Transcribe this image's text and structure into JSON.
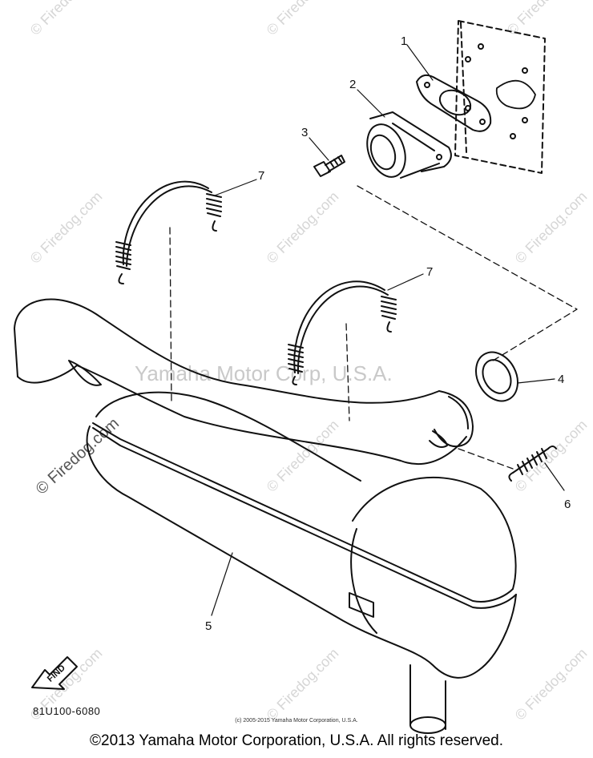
{
  "watermarks": {
    "site": "© Firedog.com",
    "center": "Yamaha Motor Corp, U.S.A."
  },
  "callouts": [
    "1",
    "2",
    "3",
    "4",
    "5",
    "6",
    "7",
    "7"
  ],
  "find_tag": "FIND",
  "doc_code": "81U100-6080",
  "small_copyright": "(c) 2005-2015 Yamaha Motor Corporation, U.S.A.",
  "footer_copyright": "©2013 Yamaha Motor Corporation, U.S.A. All rights reserved."
}
